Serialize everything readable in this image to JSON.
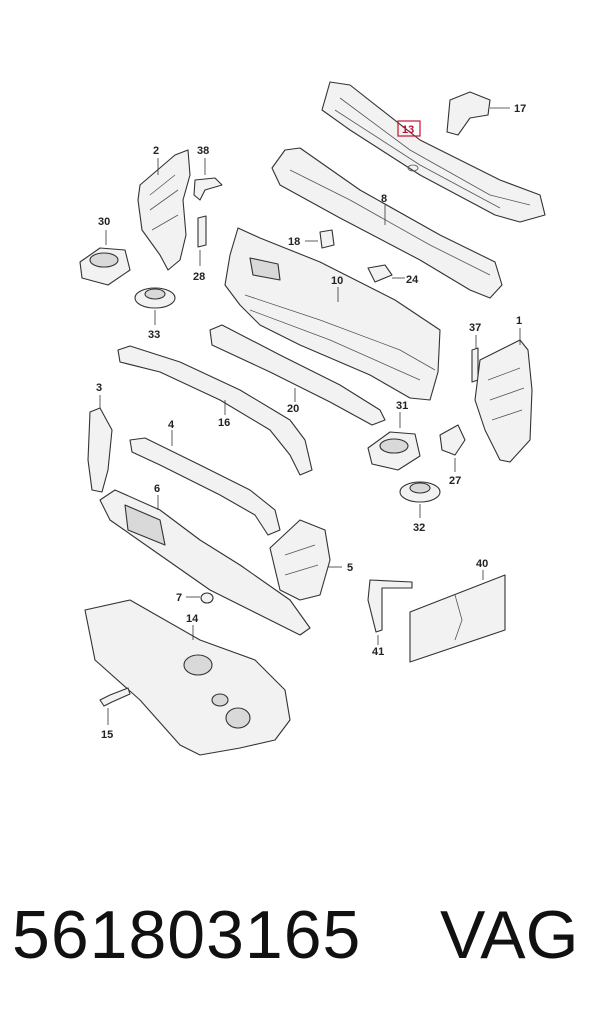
{
  "diagram": {
    "highlighted_callout": "13",
    "callouts": [
      "17",
      "13",
      "2",
      "38",
      "8",
      "30",
      "18",
      "24",
      "28",
      "10",
      "33",
      "37",
      "1",
      "3",
      "16",
      "20",
      "31",
      "4",
      "27",
      "6",
      "32",
      "5",
      "40",
      "7",
      "14",
      "41",
      "15"
    ],
    "colors": {
      "highlight": "#c8102e",
      "line": "#333333",
      "fill": "#f2f2f2"
    }
  },
  "footer": {
    "part_number": "561803165",
    "brand": "VAG"
  }
}
